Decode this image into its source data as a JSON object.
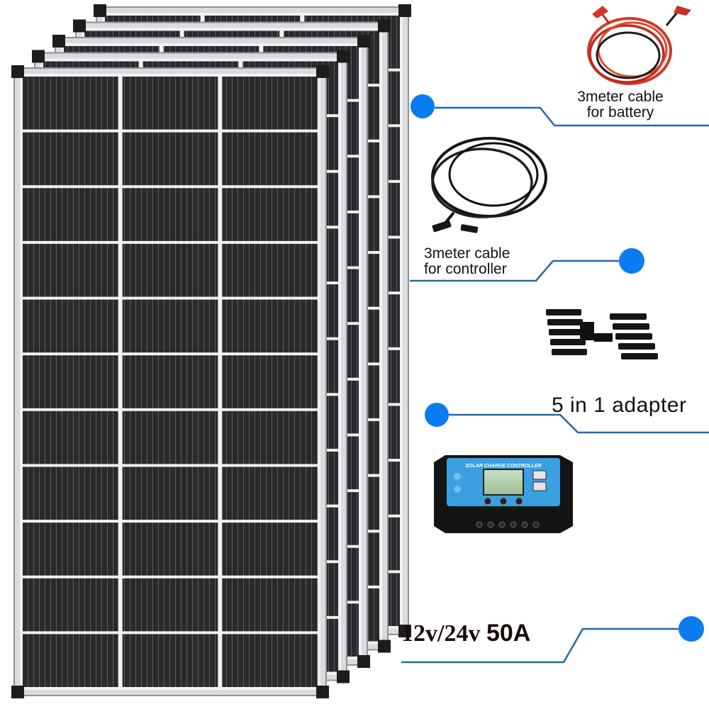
{
  "callouts": {
    "battery_cable": {
      "line1": "3meter cable",
      "line2": "for battery"
    },
    "controller_cable": {
      "line1": "3meter cable",
      "line2": "for controller"
    },
    "adapter": {
      "label": "5 in 1 adapter"
    },
    "controller": {
      "spec_voltage": "12v/24v",
      "spec_current": "50A",
      "panel_title": "SOLAR CHARGE CONTROLLER"
    }
  },
  "panels": {
    "count": 5,
    "rows": 11,
    "columns": 3
  },
  "colors": {
    "callout_dot": "#0a7cf0",
    "callout_line": "#1f6aa8",
    "panel_cell": "#2b2b2e",
    "panel_frame": "#c9ccd0",
    "controller_face": "#3aa0e0",
    "battery_cable": "#d23a25"
  }
}
